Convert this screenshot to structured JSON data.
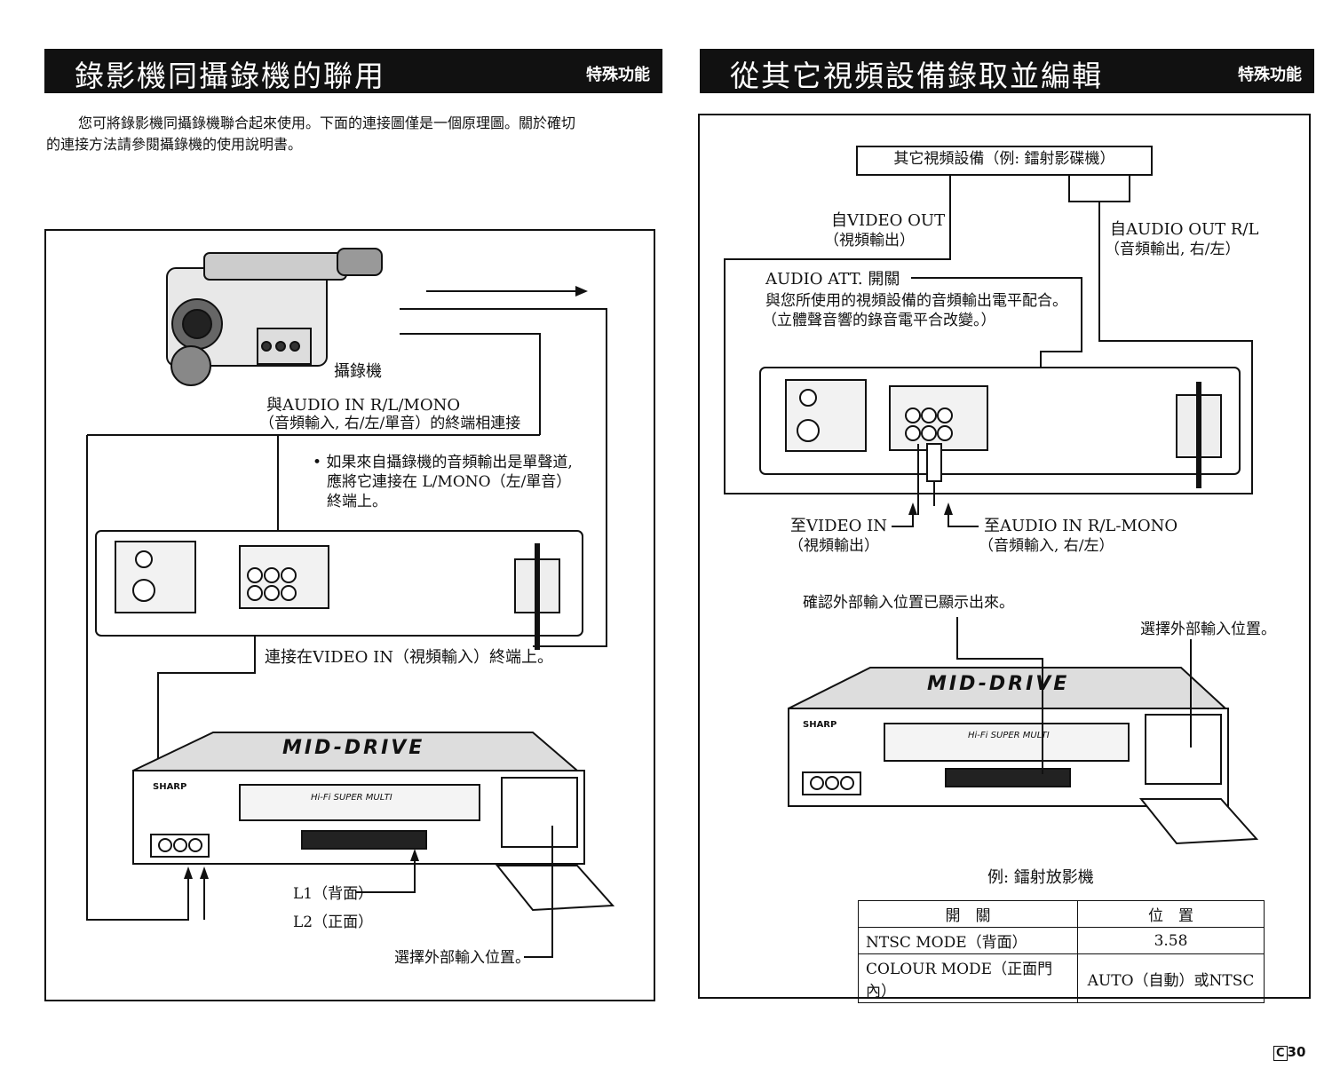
{
  "left": {
    "title": "錄影機同攝錄機的聯用",
    "section": "特殊功能",
    "intro_line1": "您可將錄影機同攝錄機聯合起來使用。下面的連接圖僅是一個原理圖。關於確切",
    "intro_line2": "的連接方法請參閱攝錄機的使用說明書。",
    "camcorder_label": "攝錄機",
    "audio_in_line1": "與AUDIO IN R/L/MONO",
    "audio_in_line2": "（音頻輸入, 右/左/單音）的終端相連接",
    "mono_note_line1": "• 如果來自攝錄機的音頻輸出是單聲道,",
    "mono_note_line2": "應將它連接在 L/MONO（左/單音）",
    "mono_note_line3": "終端上。",
    "video_in_note": "連接在VIDEO IN（視頻輸入）終端上。",
    "mid_drive": "MID-DRIVE",
    "brand": "SHARP",
    "hifi": "Hi-Fi SUPER MULTI",
    "l1": "L1（背面）",
    "l2": "L2（正面）",
    "select_input": "選擇外部輸入位置。"
  },
  "right": {
    "title": "從其它視頻設備錄取並編輯",
    "section": "特殊功能",
    "other_device": "其它視頻設備（例: 鐳射影碟機）",
    "video_out_line1": "自VIDEO OUT",
    "video_out_line2": "（視頻輸出）",
    "audio_out_line1": "自AUDIO OUT R/L",
    "audio_out_line2": "（音頻輸出, 右/左）",
    "audio_att_line1": "AUDIO ATT. 開關",
    "audio_att_line2": "與您所使用的視頻設備的音頻輸出電平配合。",
    "audio_att_line3": "（立體聲音響的錄音電平合改變。）",
    "to_video_in_line1": "至VIDEO IN",
    "to_video_in_line2": "（視頻輸出）",
    "to_audio_in_line1": "至AUDIO IN R/L-MONO",
    "to_audio_in_line2": "（音頻輸入, 右/左）",
    "confirm_input": "確認外部輸入位置已顯示出來。",
    "select_input": "選擇外部輸入位置。",
    "mid_drive": "MID-DRIVE",
    "brand": "SHARP",
    "hifi": "Hi-Fi SUPER MULTI",
    "example": "例: 鐳射放影機",
    "table": {
      "header": [
        "開　關",
        "位　置"
      ],
      "rows": [
        [
          "NTSC MODE（背面）",
          "3.58"
        ],
        [
          "COLOUR MODE（正面門內）",
          "AUTO（自動）或NTSC"
        ]
      ]
    }
  },
  "page": {
    "prefix": "C",
    "number": "30"
  }
}
